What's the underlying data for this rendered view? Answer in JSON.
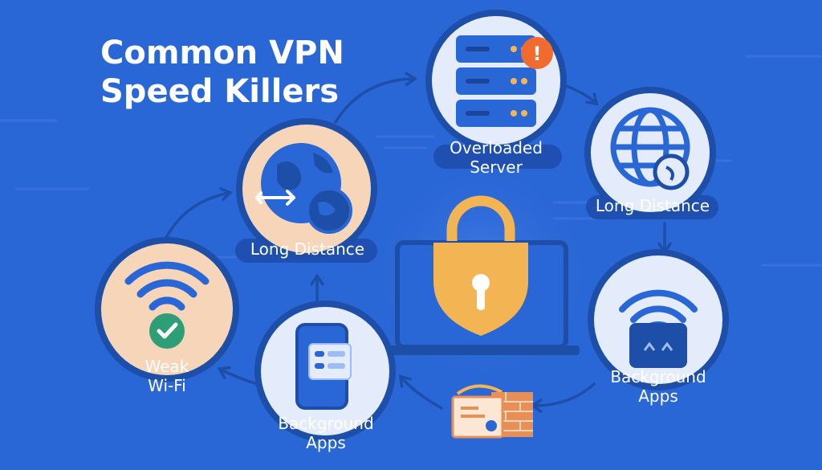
{
  "title": {
    "line1": "Common VPN",
    "line2": "Speed Killers"
  },
  "nodes": {
    "overloaded_server": {
      "line1": "Overloaded",
      "line2": "Server",
      "icon": "server-icon",
      "badge_text": "!"
    },
    "long_distance_right": {
      "line1": "Long Distance",
      "icon": "globe-icon"
    },
    "background_apps_right": {
      "line1": "Background",
      "line2": "Apps",
      "icon": "wifi-router-icon"
    },
    "firewall": {
      "icon": "firewall-certificate-icon"
    },
    "background_apps_left": {
      "line1": "Background",
      "line2": "Apps",
      "icon": "phone-app-icon"
    },
    "weak_wifi": {
      "line1": "Weak",
      "line2": "Wi-Fi",
      "icon": "wifi-icon"
    },
    "long_distance_left": {
      "line1": "Long Distance",
      "icon": "globe-icon"
    },
    "center": {
      "icon": "laptop-padlock-icon"
    }
  },
  "colors": {
    "background": "#2a67d6",
    "dark_blue": "#1f4fb0",
    "ring": "#1d4ea8",
    "peach": "#f6d5b8",
    "light_disc": "#e4ecfb",
    "padlock": "#f3b553",
    "alert": "#f06b2d",
    "check": "#2e9e77"
  }
}
